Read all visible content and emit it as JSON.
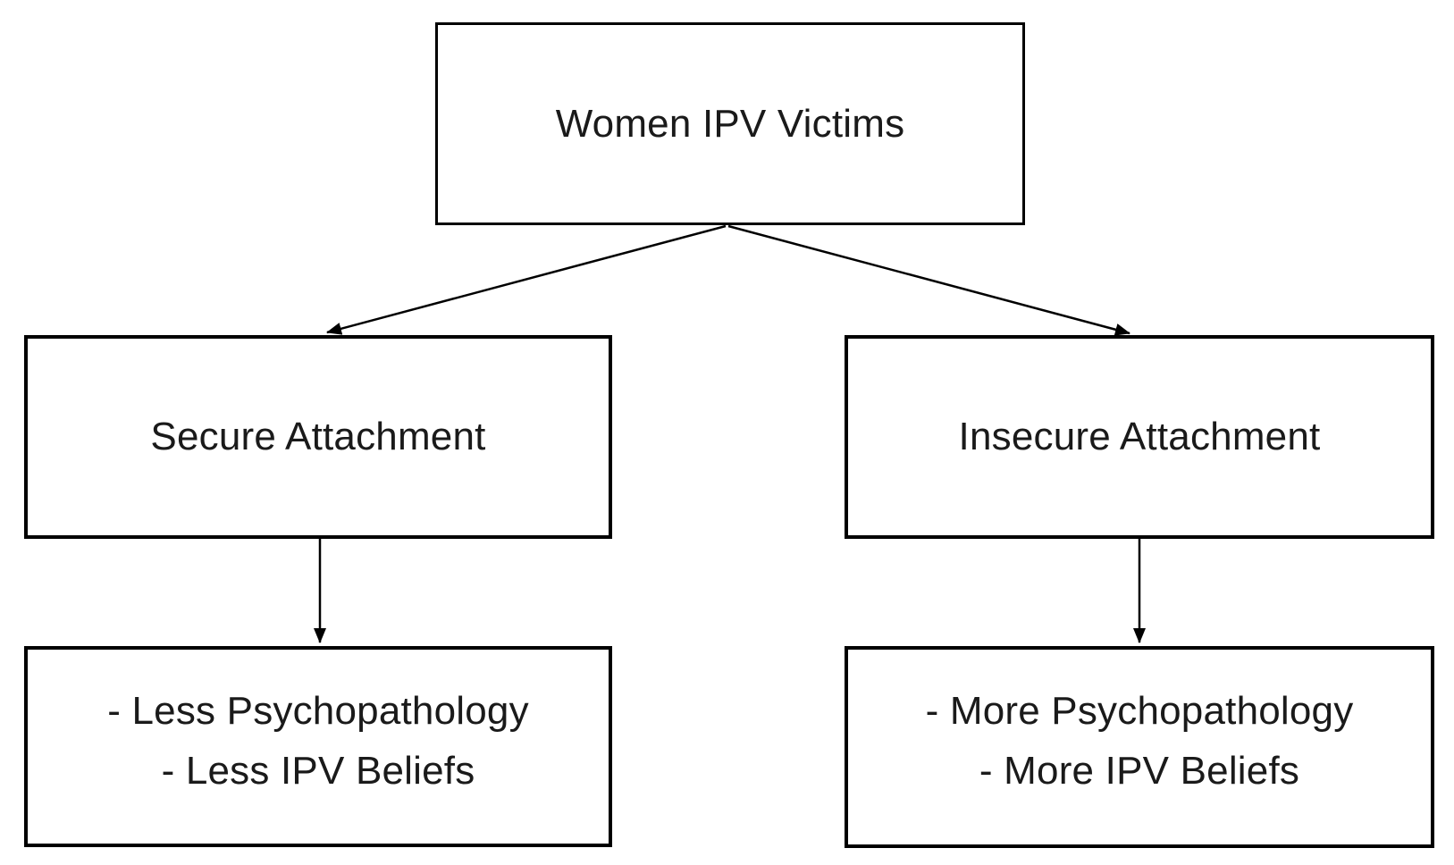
{
  "diagram": {
    "type": "flowchart",
    "nodes": {
      "root": {
        "label": "Women IPV Victims"
      },
      "secure": {
        "label": "Secure Attachment"
      },
      "insecure": {
        "label": "Insecure Attachment"
      },
      "secure_outcomes": {
        "lines": [
          "- Less Psychopathology",
          "- Less IPV Beliefs"
        ]
      },
      "insecure_outcomes": {
        "lines": [
          "- More Psychopathology",
          "- More IPV Beliefs"
        ]
      }
    },
    "edges": [
      {
        "from": "root",
        "to": "secure"
      },
      {
        "from": "root",
        "to": "insecure"
      },
      {
        "from": "secure",
        "to": "secure_outcomes"
      },
      {
        "from": "insecure",
        "to": "insecure_outcomes"
      }
    ],
    "colors": {
      "background": "#ffffff",
      "box_border": "#000000",
      "text": "#1a1a1a",
      "arrow": "#000000"
    }
  }
}
